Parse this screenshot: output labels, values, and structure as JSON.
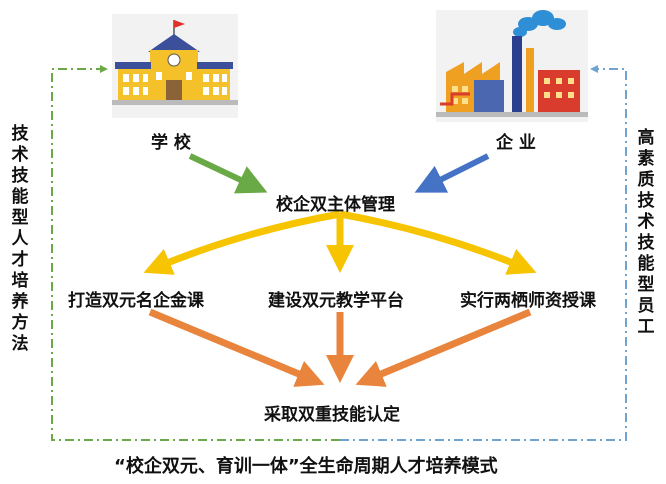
{
  "nodes": {
    "school": "学 校",
    "enterprise": "企 业",
    "management": "校企双主体管理",
    "course1": "打造双元名企金课",
    "platform": "建设双元教学平台",
    "course2": "实行两栖师资授课",
    "certification": "采取双重技能认定"
  },
  "side_labels": {
    "left": "技术技能型人才培养方法",
    "right": "高素质技术技能型员工"
  },
  "caption": "“校企双元、育训一体”全生命周期人才培养模式",
  "colors": {
    "green": "#6aaa46",
    "blue": "#4472c4",
    "yellow": "#f6c400",
    "orange": "#e8843c",
    "dash_green": "#6aaa46",
    "dash_blue": "#6fa3d0"
  }
}
